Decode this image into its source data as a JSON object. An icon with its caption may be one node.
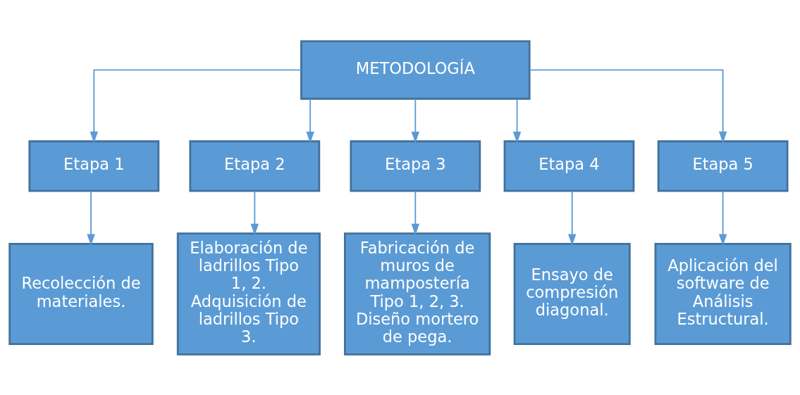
{
  "diagram": {
    "nodes": [
      {
        "text": [
          "METODOLOGÍA"
        ]
      },
      {
        "text": [
          "Etapa 1"
        ]
      },
      {
        "text": [
          "Etapa 2"
        ]
      },
      {
        "text": [
          "Etapa 3"
        ]
      },
      {
        "text": [
          "Etapa 4"
        ]
      },
      {
        "text": [
          "Etapa 5"
        ]
      },
      {
        "text": [
          "Recolección de materiales."
        ]
      },
      {
        "text": [
          "Elaboración de ladrillos Tipo 1, 2. Adquisición de ladrillos Tipo 3."
        ]
      },
      {
        "text": [
          "Fabricación de muros de mampostería Tipo 1, 2, 3. Diseño mortero de pega."
        ]
      },
      {
        "text": [
          "Ensayo de compresión diagonal."
        ]
      },
      {
        "text": [
          "Aplicación del software de Análisis Estructural."
        ]
      }
    ],
    "edges": [
      {
        "from": 0,
        "to": 1,
        "arrow": "to"
      },
      {
        "from": 0,
        "to": 2,
        "arrow": "to"
      },
      {
        "from": 0,
        "to": 3,
        "arrow": "to"
      },
      {
        "from": 0,
        "to": 4,
        "arrow": "to"
      },
      {
        "from": 0,
        "to": 5,
        "arrow": "to"
      },
      {
        "from": 1,
        "to": 6,
        "arrow": "to"
      },
      {
        "from": 2,
        "to": 7,
        "arrow": "to"
      },
      {
        "from": 3,
        "to": 8,
        "arrow": "to"
      },
      {
        "from": 4,
        "to": 9,
        "arrow": "to"
      },
      {
        "from": 5,
        "to": 10,
        "arrow": "to"
      }
    ]
  }
}
